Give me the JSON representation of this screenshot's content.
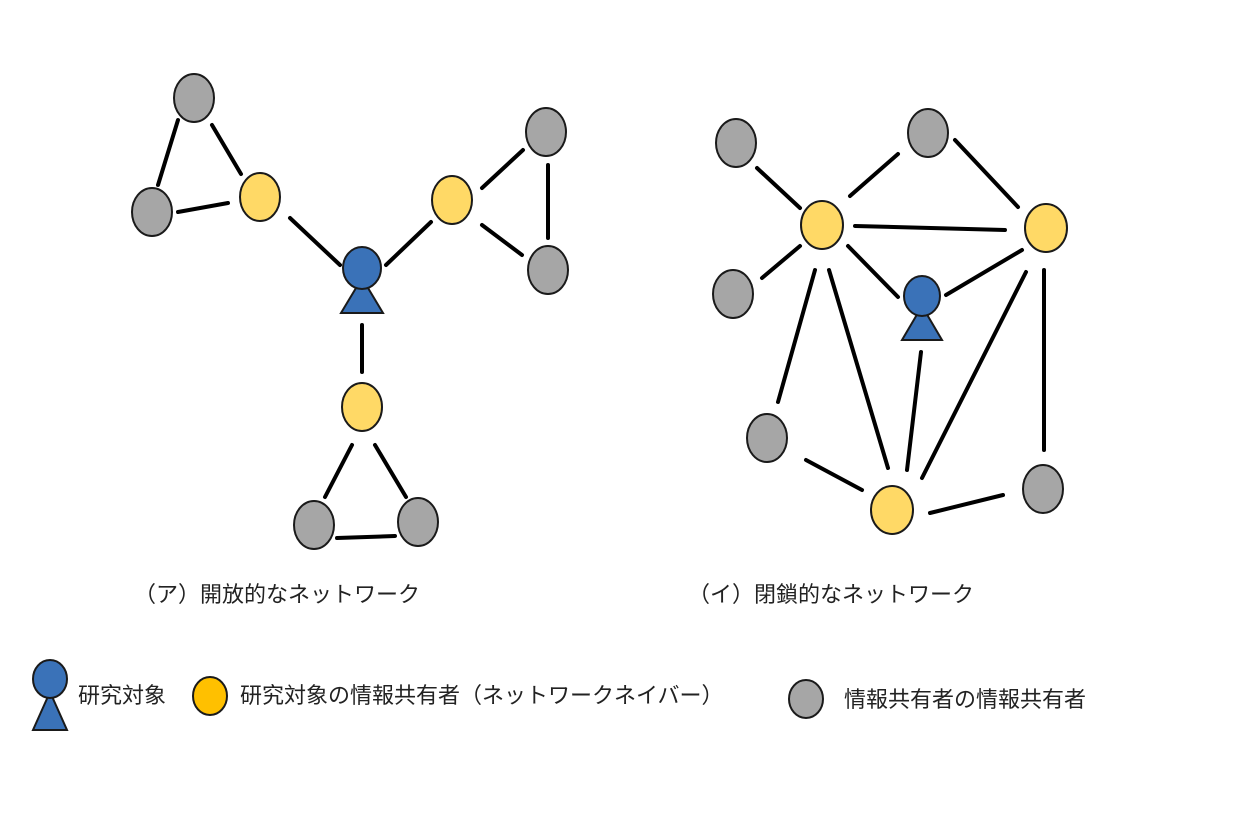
{
  "captions": {
    "open": "（ア）開放的なネットワーク",
    "closed": "（イ）閉鎖的なネットワーク"
  },
  "legend": {
    "subject": "研究対象",
    "neighbor": "研究対象の情報共有者（ネットワークネイバー）",
    "second": "情報共有者の情報共有者"
  },
  "colors": {
    "subject": "#3a72b8",
    "neighbor": "#ffd966",
    "neighbor_legend": "#ffc000",
    "second": "#a6a6a6",
    "edge": "#000000"
  }
}
